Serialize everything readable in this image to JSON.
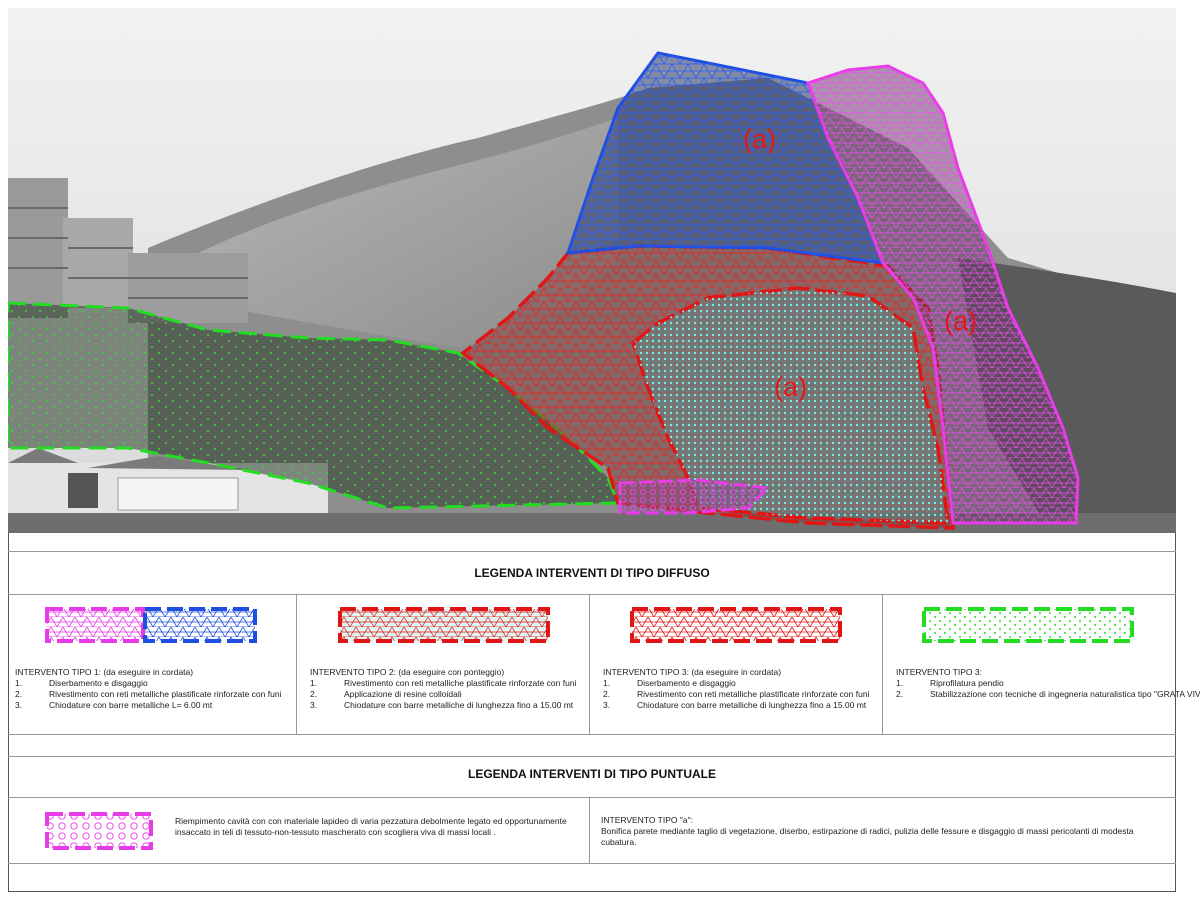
{
  "photo_labels": {
    "label_top": "(a)",
    "label_right": "(a)",
    "label_center": "(a)"
  },
  "colors": {
    "magenta": "#e83be8",
    "blue": "#1f4fe0",
    "red": "#e01515",
    "cyan": "#7fe0d8",
    "green": "#22dd22"
  },
  "legend_diffuso": {
    "title": "LEGENDA INTERVENTI DI TIPO DIFFUSO",
    "items": [
      {
        "swatch": "magenta-blue-triangles",
        "heading": "INTERVENTO TIPO 1: (da eseguire in cordata)",
        "steps": [
          {
            "num": "1.",
            "text": "Diserbamento e disgaggio"
          },
          {
            "num": "2.",
            "text": "Rivestimento con reti metalliche plastificate rinforzate con funi"
          },
          {
            "num": "3.",
            "text": "Chiodature con barre metalliche L= 6.00 mt"
          }
        ]
      },
      {
        "swatch": "red-cyan-triangles",
        "heading": "INTERVENTO TIPO 2: (da eseguire con ponteggio)",
        "steps": [
          {
            "num": "1.",
            "text": "Rivestimento con reti metalliche plastificate rinforzate con funi"
          },
          {
            "num": "2.",
            "text": "Applicazione di resine colloidali"
          },
          {
            "num": "3.",
            "text": "Chiodature con barre metalliche  di lunghezza fino a  15.00 mt"
          }
        ]
      },
      {
        "swatch": "red-triangles",
        "heading": "INTERVENTO TIPO 3: (da eseguire in cordata)",
        "steps": [
          {
            "num": "1.",
            "text": "Diserbamento e disgaggio"
          },
          {
            "num": "2.",
            "text": "Rivestimento con reti metalliche plastificate rinforzate con funi"
          },
          {
            "num": "3.",
            "text": "Chiodature con barre metalliche di lunghezza  fino a  15.00 mt"
          }
        ]
      },
      {
        "swatch": "green-crosses",
        "heading": "INTERVENTO TIPO 3:",
        "steps": [
          {
            "num": "1.",
            "text": "Riprofilatura pendio"
          },
          {
            "num": "2.",
            "text": "Stabilizzazione con tecniche di ingegneria naturalistica tipo \"GRATA VIVA\""
          }
        ]
      }
    ]
  },
  "legend_puntuale": {
    "title": "LEGENDA INTERVENTI DI TIPO PUNTUALE",
    "item_left": {
      "swatch": "magenta-circles",
      "text": "Riempimento cavità con con materiale lapideo  di varia pezzatura debolmente legato ed opportunamente insaccato in teli di tessuto-non-tessuto mascherato con scogliera viva di massi locali ."
    },
    "item_right": {
      "heading": "INTERVENTO TIPO \"a\":",
      "text": "Bonifica parete mediante taglio di vegetazione, diserbo, estirpazione di radici, pulizia delle fessure e disgaggio di massi pericolanti di modesta cubatura."
    }
  }
}
